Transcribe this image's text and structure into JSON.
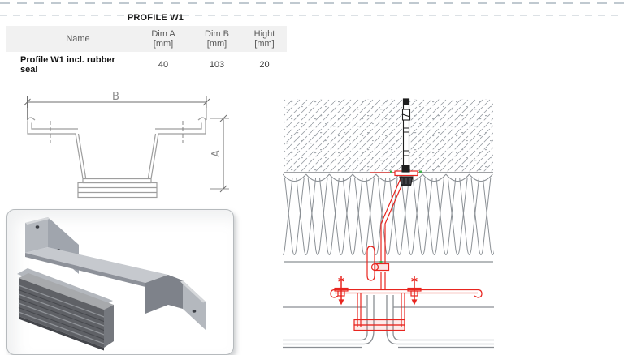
{
  "table": {
    "title": "PROFILE W1",
    "columns": [
      {
        "label": "Name",
        "sub": ""
      },
      {
        "label": "Dim A",
        "sub": "[mm]"
      },
      {
        "label": "Dim B",
        "sub": "[mm]"
      },
      {
        "label": "Hight",
        "sub": "[mm]"
      }
    ],
    "rows": [
      {
        "name": "Profile W1 incl. rubber seal",
        "dim_a": "40",
        "dim_b": "103",
        "height": "20"
      }
    ],
    "header_bg": "#f1f1f1",
    "header_text_color": "#595959"
  },
  "cross_section": {
    "dim_b_label": "B",
    "dim_a_label": "A",
    "profile_line_color": "#9e9e9e",
    "dimension_color": "#6e6e6e"
  },
  "detail_drawing": {
    "accent_red": "#e8251f",
    "anchor_color": "#1e1e1e",
    "concrete_hatch_color": "#9aa0a6",
    "insulation_color": "#8b9095",
    "panel_color": "#8a8e93",
    "marker_green": "#3fae4a"
  },
  "render_3d": {
    "metal_light": "#c6c9ce",
    "metal_mid": "#b4b8be",
    "metal_dark": "#7e828a",
    "seal_dark": "#5f6166"
  }
}
